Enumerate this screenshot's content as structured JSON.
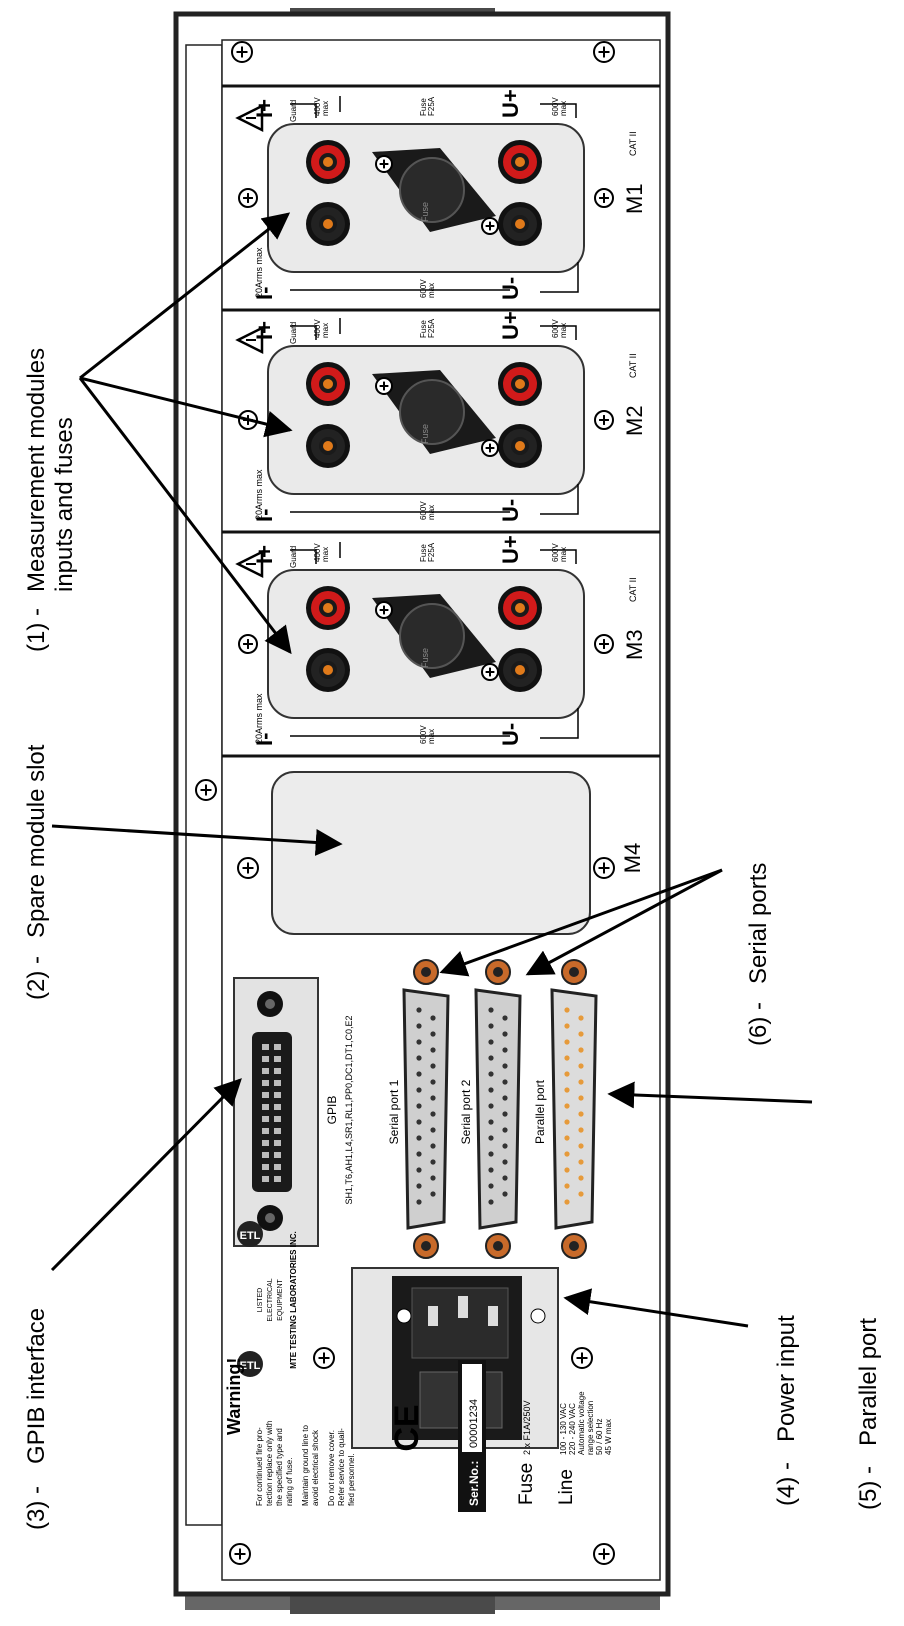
{
  "callouts": {
    "c1": {
      "num": "(1) -",
      "line1": "Measurement modules",
      "line2": "inputs and fuses"
    },
    "c2": {
      "num": "(2) -",
      "text": "Spare module slot"
    },
    "c3": {
      "num": "(3) -",
      "text": "GPIB interface"
    },
    "c4": {
      "num": "(4) -",
      "text": "Power input"
    },
    "c5": {
      "num": "(5) -",
      "text": "Parallel port"
    },
    "c6": {
      "num": "(6) -",
      "text": "Serial ports"
    }
  },
  "modules": [
    {
      "id": "M1",
      "cat": "CAT II"
    },
    {
      "id": "M2",
      "cat": "CAT II"
    },
    {
      "id": "M3",
      "cat": "CAT II"
    }
  ],
  "module_labels": {
    "i_plus": "I+",
    "i_minus": "I-",
    "u_plus": "U+",
    "u_minus": "U-",
    "guard": "Guard",
    "v400": "400V",
    "max": "max",
    "v600": "600V",
    "fuse": "Fuse",
    "fuse_rating": "F25A",
    "irms": "20Arms max",
    "fuse_cap": "Fuse",
    "cat": "CAT II"
  },
  "spare": {
    "id": "M4"
  },
  "gpib": {
    "title": "GPIB",
    "codes": "SH1,T6,AH1,L4,SR1,RL1,PP0,DC1,DT1,C0,E2"
  },
  "ports": {
    "serial1": "Serial port 1",
    "serial2": "Serial port 2",
    "parallel": "Parallel port"
  },
  "warning": {
    "title": "Warning!",
    "p1": [
      "For continued fire pro-",
      "tection replace only with",
      "the specified type and",
      "rating of fuse."
    ],
    "p2": [
      "Maintain ground line to",
      "avoid electrical shock"
    ],
    "p3": [
      "Do not remove cover.",
      "Refer service to quali-",
      "fied personnel."
    ]
  },
  "ce_mark": "CE",
  "serial_no": {
    "label": "Ser.No.:",
    "value": "00001234"
  },
  "fuse_spec": {
    "title": "Fuse",
    "value": "2 x F1A/250V"
  },
  "line_spec": {
    "title": "Line",
    "lines": [
      "100 - 130 VAC",
      "220 - 240 VAC",
      "Automatic voltage",
      "range selection",
      "50 / 60 Hz",
      "45 W max"
    ]
  },
  "manufacturer": {
    "name": "MTE TESTING LABORATORIES INC.",
    "lines": [
      "LISTED",
      "ELECTRICAL",
      "EQUIPMENT"
    ]
  },
  "colors": {
    "panel": "#ffffff",
    "bezel": "#333333",
    "module_fill": "#eaeaea",
    "jack_red": "#d11a1a",
    "jack_black": "#222222",
    "jack_center": "#e07a1a",
    "port_fill": "#cfcfcf",
    "pin_orange": "#e69a3a"
  }
}
